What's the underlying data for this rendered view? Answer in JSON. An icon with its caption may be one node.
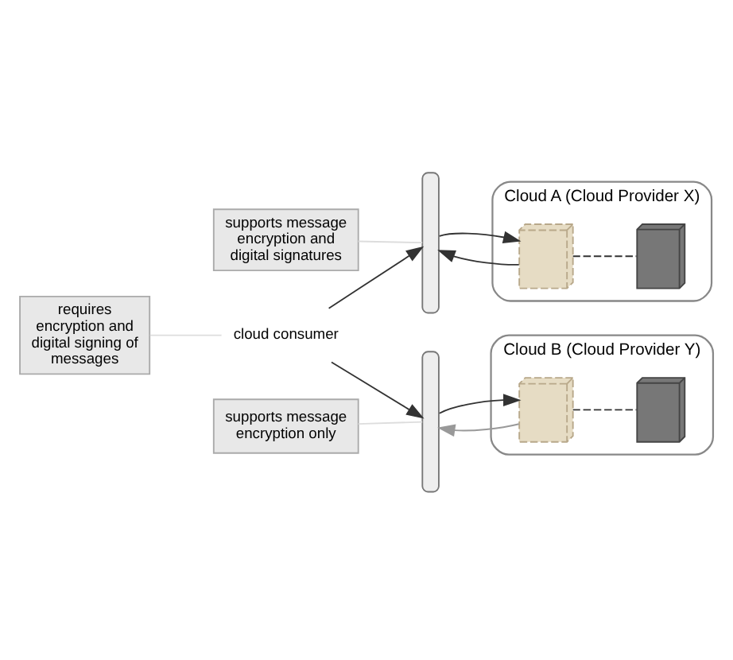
{
  "diagram": {
    "nodes": [
      {
        "text": [
          "Cloud A (Cloud Provider X)"
        ]
      },
      {
        "text": [
          "supports message encryption and digital signatures"
        ]
      },
      {
        "text": [],
        "shape": "bar"
      },
      {
        "text": [],
        "shape": "box",
        "in": 0
      },
      {
        "text": [],
        "shape": "server",
        "in": 0
      },
      {
        "text": [
          "cloud consumer"
        ]
      },
      {
        "text": [
          "requires encryption and digital signing of messages"
        ]
      },
      {
        "text": [
          "Cloud B (Cloud Provider Y)"
        ]
      },
      {
        "text": [],
        "shape": "bar"
      },
      {
        "text": [],
        "shape": "box",
        "in": 7
      },
      {
        "text": [],
        "shape": "server",
        "in": 7
      },
      {
        "text": [
          "supports message encryption only"
        ]
      }
    ],
    "edges": [
      {
        "from": 5,
        "to": 2,
        "arrow": "to"
      },
      {
        "from": 2,
        "to": 3,
        "arrow": "to"
      },
      {
        "from": 3,
        "to": 2,
        "arrow": "to"
      },
      {
        "from": 3,
        "to": 4,
        "arrow": "none",
        "style": "dashed"
      },
      {
        "from": 1,
        "to": 2,
        "arrow": "none",
        "color": "#dddddd"
      },
      {
        "from": 6,
        "to": 5,
        "arrow": "none",
        "color": "#dddddd"
      },
      {
        "from": 5,
        "to": 8,
        "arrow": "to"
      },
      {
        "from": 8,
        "to": 9,
        "arrow": "to"
      },
      {
        "from": 9,
        "to": 8,
        "arrow": "to",
        "color": "#999999"
      },
      {
        "from": 9,
        "to": 10,
        "arrow": "none",
        "style": "dashed"
      },
      {
        "from": 11,
        "to": 8,
        "arrow": "none",
        "color": "#dddddd"
      }
    ]
  }
}
